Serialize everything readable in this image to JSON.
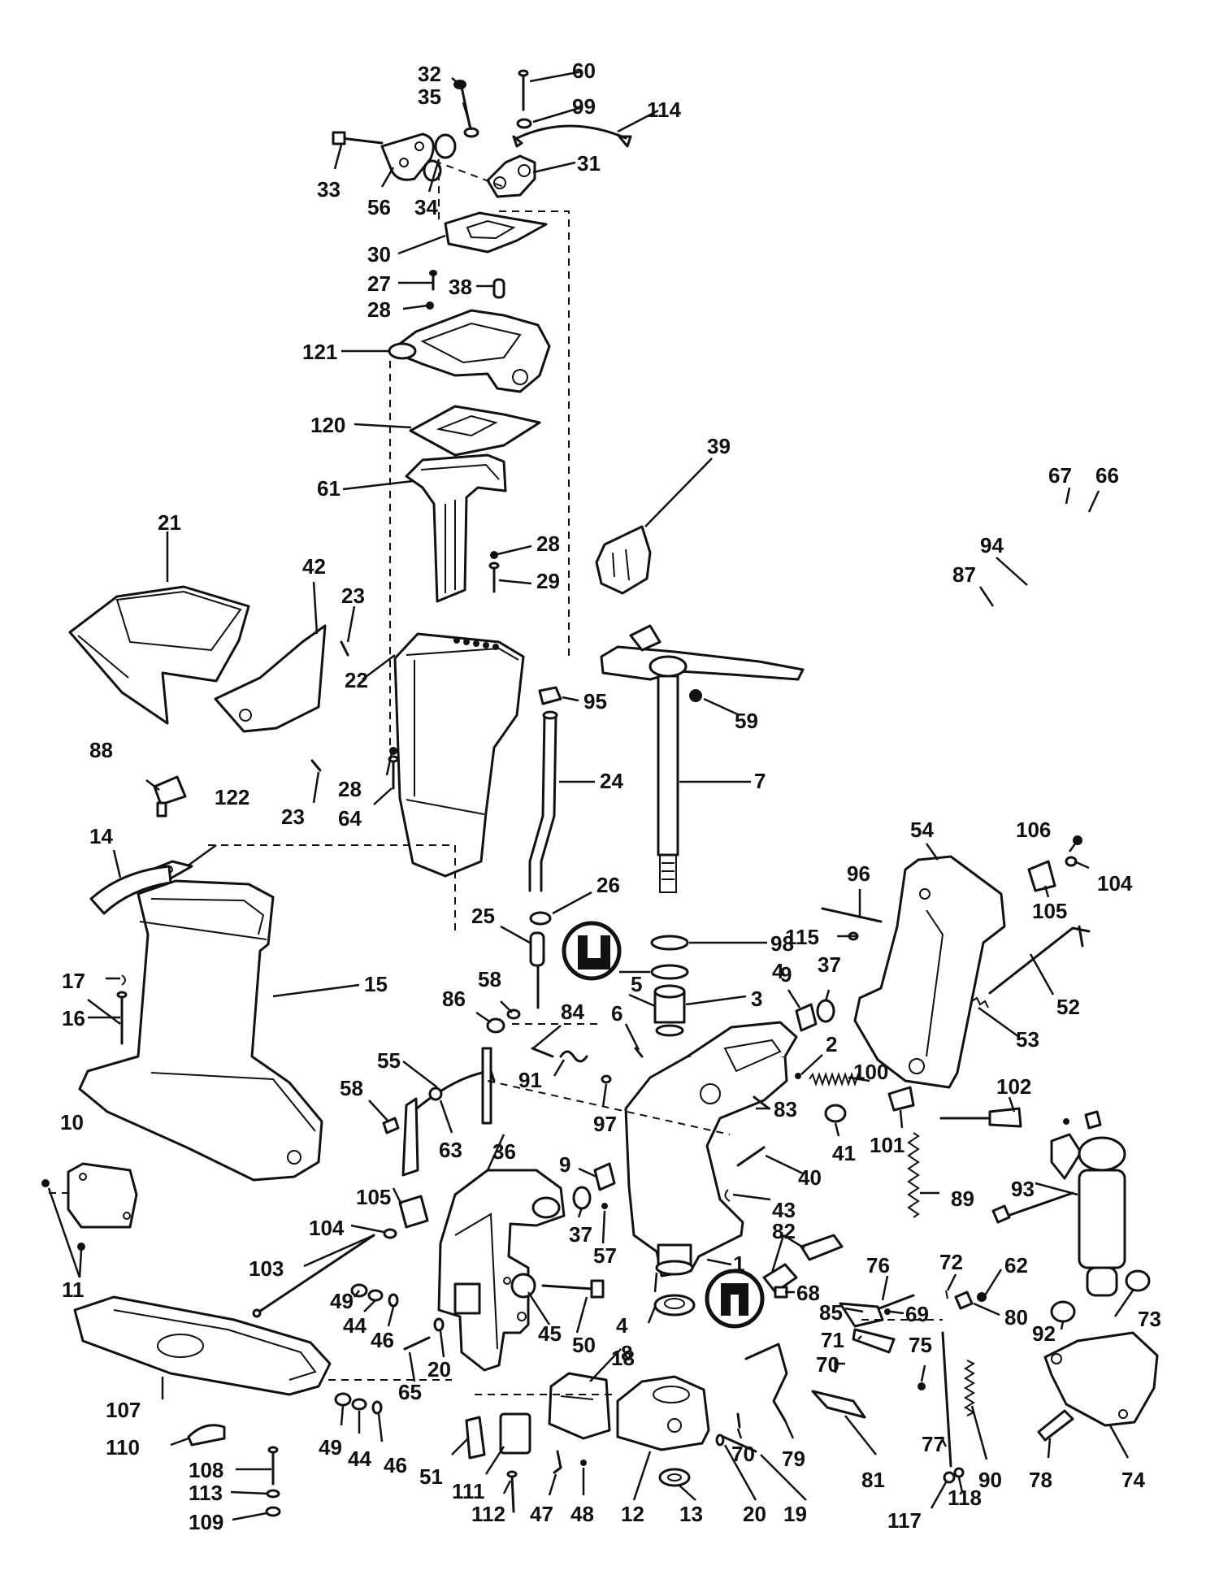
{
  "callouts": {
    "c32": "32",
    "c35": "35",
    "c60": "60",
    "c99": "99",
    "c114": "114",
    "c33": "33",
    "c56": "56",
    "c34": "34",
    "c31": "31",
    "c30": "30",
    "c27": "27",
    "c38": "38",
    "c28a": "28",
    "c121": "121",
    "c120": "120",
    "c61": "61",
    "c39": "39",
    "c67": "67",
    "c66": "66",
    "c94": "94",
    "c87": "87",
    "c21": "21",
    "c42": "42",
    "c23a": "23",
    "c28b": "28",
    "c29": "29",
    "c22": "22",
    "c95": "95",
    "c59": "59",
    "c88": "88",
    "c122": "122",
    "c28c": "28",
    "c64": "64",
    "c23b": "23",
    "c24": "24",
    "c7": "7",
    "c14": "14",
    "c54": "54",
    "c106": "106",
    "c104a": "104",
    "c96": "96",
    "c105a": "105",
    "c26": "26",
    "c25": "25",
    "c98": "98",
    "c115": "115",
    "c37a": "37",
    "c4a": "4",
    "c9a": "9",
    "c52": "52",
    "c15": "15",
    "c5": "5",
    "c3": "3",
    "c17": "17",
    "c58a": "58",
    "c86": "86",
    "c84": "84",
    "c6": "6",
    "c16": "16",
    "c53": "53",
    "c2": "2",
    "c91": "91",
    "c55": "55",
    "c100": "100",
    "c102": "102",
    "c58b": "58",
    "c97": "97",
    "c83": "83",
    "c10": "10",
    "c63": "63",
    "c36": "36",
    "c101": "101",
    "c41": "41",
    "c9b": "9",
    "c40": "40",
    "c89": "89",
    "c93": "93",
    "c105b": "105",
    "c43": "43",
    "c104b": "104",
    "c37b": "37",
    "c57": "57",
    "c82": "82",
    "c11": "11",
    "c103": "103",
    "c1": "1",
    "c76": "76",
    "c72": "72",
    "c62": "62",
    "c68": "68",
    "c49a": "49",
    "c44a": "44",
    "c69": "69",
    "c80": "80",
    "c46a": "46",
    "c45": "45",
    "c50": "50",
    "c4b": "4",
    "c85": "85",
    "c73": "73",
    "c8": "8",
    "c71": "71",
    "c92": "92",
    "c65": "65",
    "c20a": "20",
    "c70a": "70",
    "c75": "75",
    "c18": "18",
    "c107": "107",
    "c110": "110",
    "c49b": "49",
    "c44b": "44",
    "c46b": "46",
    "c70b": "70",
    "c79": "79",
    "c77": "77",
    "c108": "108",
    "c51": "51",
    "c111": "111",
    "c81": "81",
    "c90": "90",
    "c78": "78",
    "c74": "74",
    "c113": "113",
    "c112": "112",
    "c47": "47",
    "c48": "48",
    "c12": "12",
    "c13": "13",
    "c20b": "20",
    "c19": "19",
    "c117": "117",
    "c118": "118",
    "c109": "109"
  }
}
